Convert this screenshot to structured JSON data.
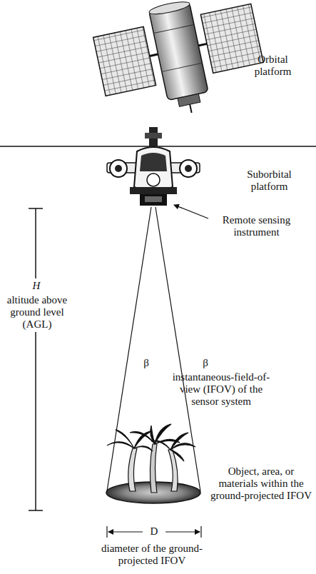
{
  "diagram": {
    "labels": [
      "Orbital platform",
      "Suborbital platform",
      "Remote sensing instrument",
      "H",
      "altitude above ground level (AGL)",
      "β",
      "β",
      "instantaneous-field-of-view (IFOV) of the sensor system",
      "Object, area, or materials within the ground-projected IFOV",
      "D",
      "diameter of the ground-projected IFOV"
    ]
  }
}
